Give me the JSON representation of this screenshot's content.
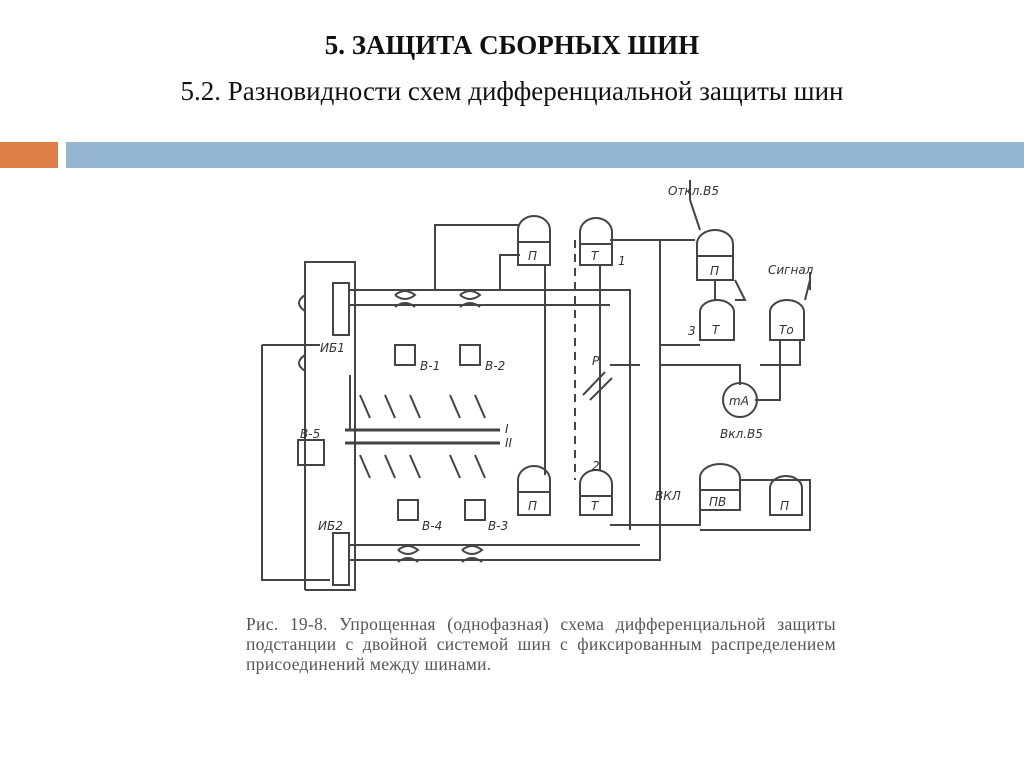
{
  "slide": {
    "title": "5. ЗАЩИТА СБОРНЫХ ШИН",
    "subtitle": "5.2. Разновидности схем дифференциальной защиты шин",
    "accent_orange": "#dd8047",
    "accent_blue": "#94b6d2"
  },
  "figure": {
    "caption": "Рис. 19-8. Упрощенная (однофазная) схема дифференциальной защиты подстанции с двойной системой шин с фиксированным распределением присоединений между шинами.",
    "labels": {
      "otkl_b5": "Откл.В5",
      "signal": "Сигнал",
      "vkl_b5": "Вкл.В5",
      "vkl": "ВКЛ",
      "ib1": "ИБ1",
      "ib2": "ИБ2",
      "b5": "В-5",
      "b1": "В-1",
      "b2": "В-2",
      "b3": "В-3",
      "b4": "В-4",
      "bus1": "I",
      "bus2": "II",
      "p_top": "П",
      "t_top": "Т",
      "n1": "1",
      "n2": "2",
      "n3": "3",
      "p_lower": "П",
      "t_lower": "Т",
      "p_right": "П",
      "t_right": "Т",
      "t0": "То",
      "r": "Р",
      "ma": "mA",
      "pv": "ПВ",
      "p_right2": "П"
    }
  }
}
